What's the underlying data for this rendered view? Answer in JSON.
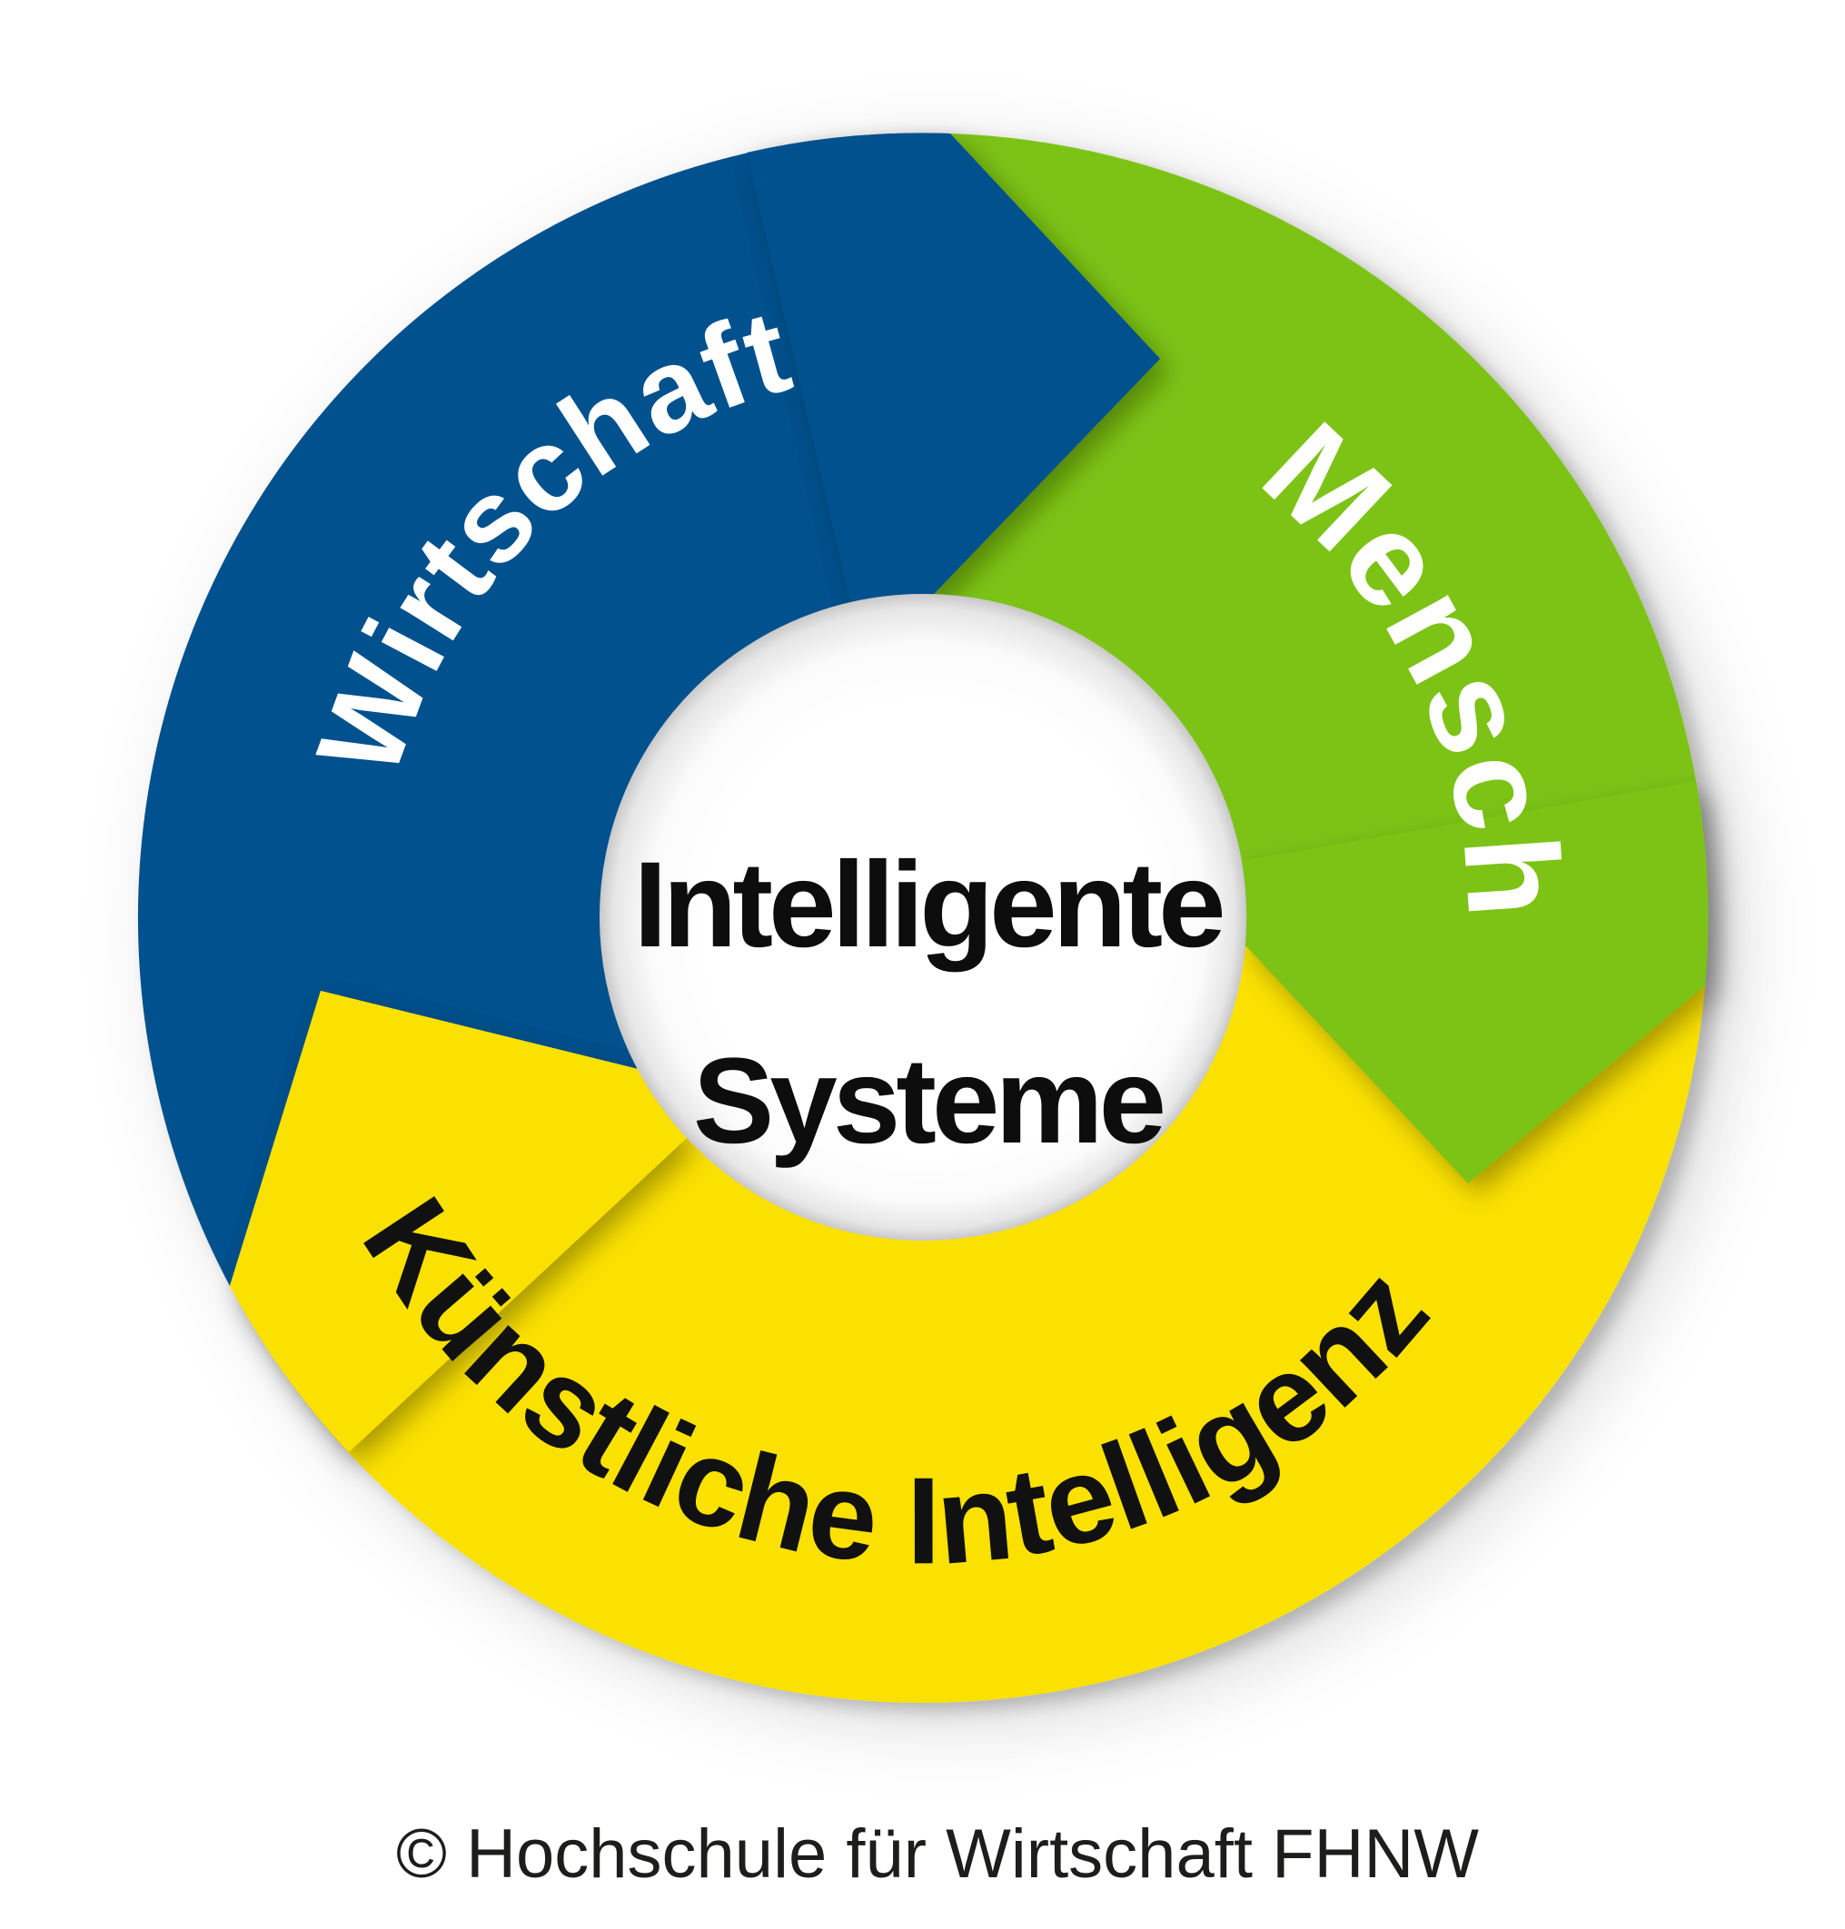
{
  "diagram": {
    "type": "cycle-arrow-ring",
    "direction": "clockwise",
    "background": "#FFFFFF",
    "segments": [
      {
        "id": "wirtschaft",
        "label": "Wirtschaft",
        "color": "#05518D",
        "text_color": "#FFFFFF"
      },
      {
        "id": "mensch",
        "label": "Mensch",
        "color": "#7CC313",
        "text_color": "#FFFFFF"
      },
      {
        "id": "kuenstliche-intelligenz",
        "label": "Künstliche Intelligenz",
        "color": "#FAE100",
        "text_color": "#111111"
      }
    ],
    "center": {
      "line1": "Intelligente",
      "line2": "Systeme",
      "fill": "#FFFFFF",
      "text_color": "#0D0D0D"
    },
    "caption": {
      "text": "© Hochschule für Wirtschaft FHNW",
      "color": "#1D1D1B"
    }
  }
}
